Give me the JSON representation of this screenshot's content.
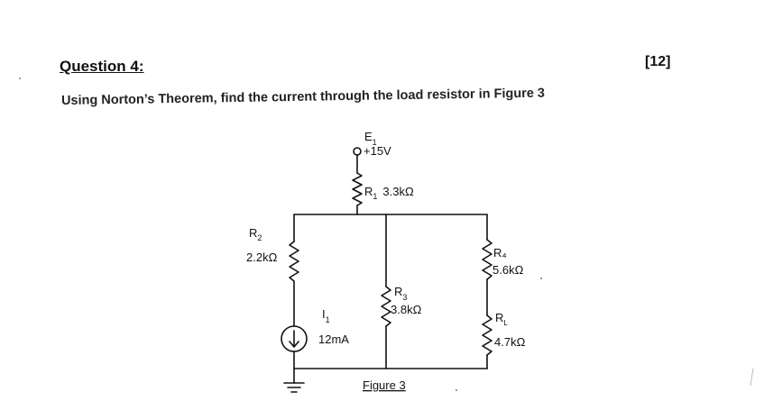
{
  "question": {
    "heading": "Question 4:",
    "marks": "[12]",
    "prompt": "Using Norton’s Theorem, find the current through the load resistor in Figure 3"
  },
  "circuit": {
    "source_e1": {
      "name": "E",
      "subscript": "1",
      "value": "+15V"
    },
    "r1": {
      "name": "R",
      "subscript": "1",
      "value": "3.3kΩ"
    },
    "r2": {
      "name": "R",
      "subscript": "2",
      "value": "2.2kΩ"
    },
    "r3": {
      "name": "R",
      "subscript": "3",
      "value": "3.8kΩ"
    },
    "r4": {
      "name": "R₄",
      "value": "5.6kΩ"
    },
    "rl": {
      "name": "R",
      "subscript": "L",
      "value": "4.7kΩ"
    },
    "current_source": {
      "name": "I",
      "subscript": "1",
      "value": "12mA"
    },
    "caption": "Figure 3"
  }
}
